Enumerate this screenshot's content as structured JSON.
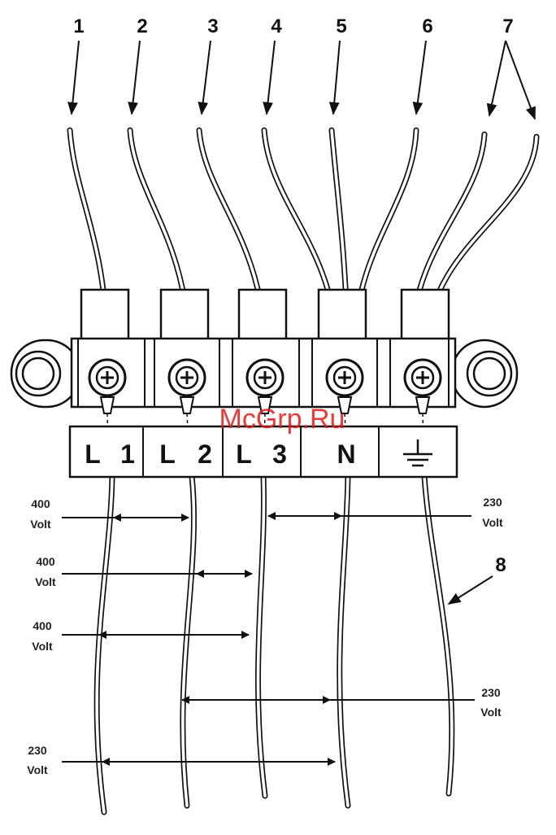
{
  "callouts": [
    "1",
    "2",
    "3",
    "4",
    "5",
    "6",
    "7",
    "8"
  ],
  "terminals": [
    "L",
    "1",
    "L",
    "2",
    "L",
    "3",
    "N"
  ],
  "ground_icon": "earth-ground-icon",
  "voltages": [
    {
      "value": "400",
      "unit": "Volt"
    },
    {
      "value": "400",
      "unit": "Volt"
    },
    {
      "value": "400",
      "unit": "Volt"
    },
    {
      "value": "230",
      "unit": "Volt"
    },
    {
      "value": "230",
      "unit": "Volt"
    },
    {
      "value": "230",
      "unit": "Volt"
    }
  ],
  "watermark": "McGrp.Ru"
}
